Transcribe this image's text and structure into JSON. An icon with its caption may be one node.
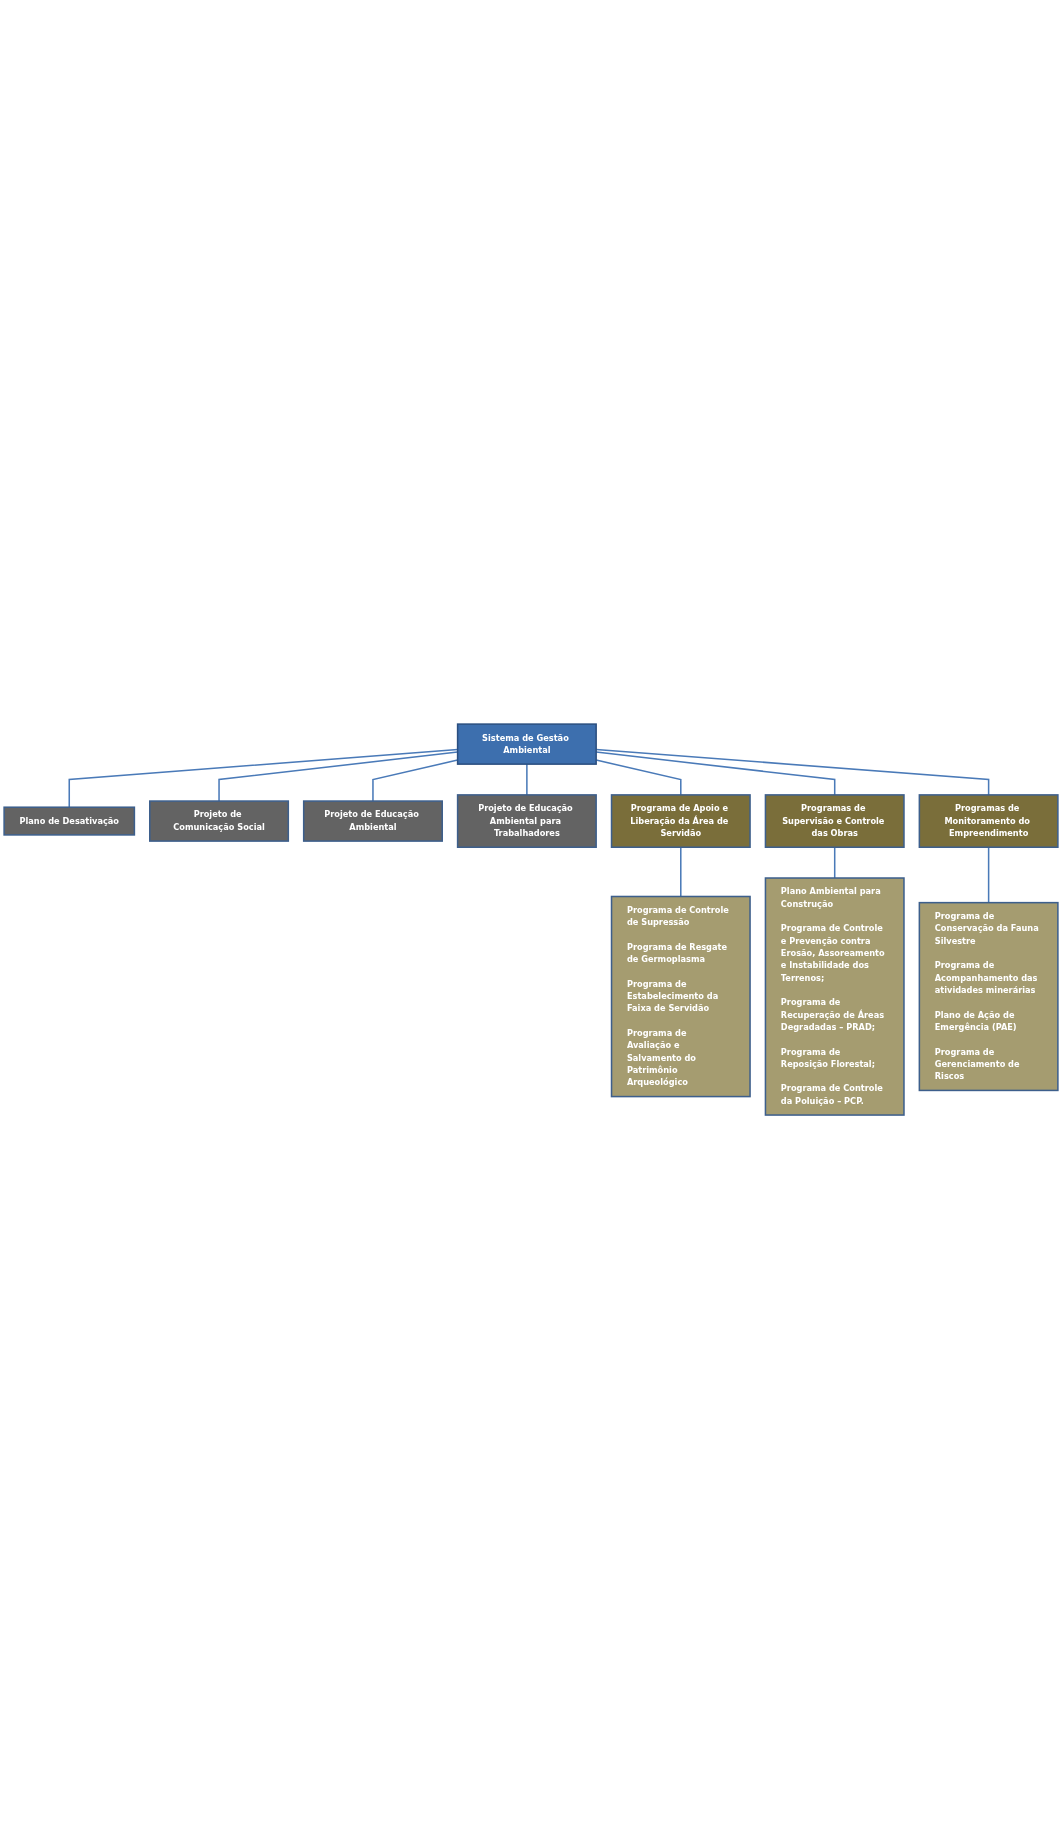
{
  "diagram": {
    "nodes": [
      {
        "text": [
          "Sistema de Gestão Ambiental"
        ]
      },
      {
        "text": [
          "Plano de Desativação"
        ]
      },
      {
        "text": [
          "Projeto de Comunicação Social"
        ]
      },
      {
        "text": [
          "Projeto de Educação Ambiental"
        ]
      },
      {
        "text": [
          "Projeto de Educação Ambiental para Trabalhadores"
        ]
      },
      {
        "text": [
          "Programa de Apoio e Liberação da Área de Servidão"
        ]
      },
      {
        "text": [
          "Programas de Supervisão e Controle das Obras"
        ]
      },
      {
        "text": [
          "Programas de Monitoramento do Empreendimento"
        ]
      },
      {
        "text": [
          "Programa de Controle de Supressão",
          "Programa de Resgate de Germoplasma",
          "Programa de Estabelecimento da Faixa de Servidão",
          "Programa de Avaliação e Salvamento do Patrimônio Arqueológico"
        ]
      },
      {
        "text": [
          "Plano Ambiental para Construção",
          "Programa de Controle e Prevenção contra Erosão, Assoreamento e Instabilidade dos Terrenos;",
          "Programa de Recuperação de Áreas Degradadas – PRAD;",
          "Programa de Reposição Florestal;",
          "Programa de Controle da Poluição – PCP."
        ]
      },
      {
        "text": [
          "Programa de Conservação da Fauna Silvestre",
          "Programa de Acompanhamento das atividades minerárias",
          "Plano de Ação de Emergência (PAE)",
          "Programa de Gerenciamento de Riscos"
        ]
      }
    ],
    "edges": [
      {
        "from": 0,
        "to": 1,
        "arrow": "none"
      },
      {
        "from": 0,
        "to": 2,
        "arrow": "none"
      },
      {
        "from": 0,
        "to": 3,
        "arrow": "none"
      },
      {
        "from": 0,
        "to": 4,
        "arrow": "none"
      },
      {
        "from": 0,
        "to": 5,
        "arrow": "none"
      },
      {
        "from": 0,
        "to": 6,
        "arrow": "none"
      },
      {
        "from": 0,
        "to": 7,
        "arrow": "none"
      },
      {
        "from": 5,
        "to": 8,
        "arrow": "none"
      },
      {
        "from": 6,
        "to": 9,
        "arrow": "none"
      },
      {
        "from": 7,
        "to": 10,
        "arrow": "none"
      }
    ]
  }
}
